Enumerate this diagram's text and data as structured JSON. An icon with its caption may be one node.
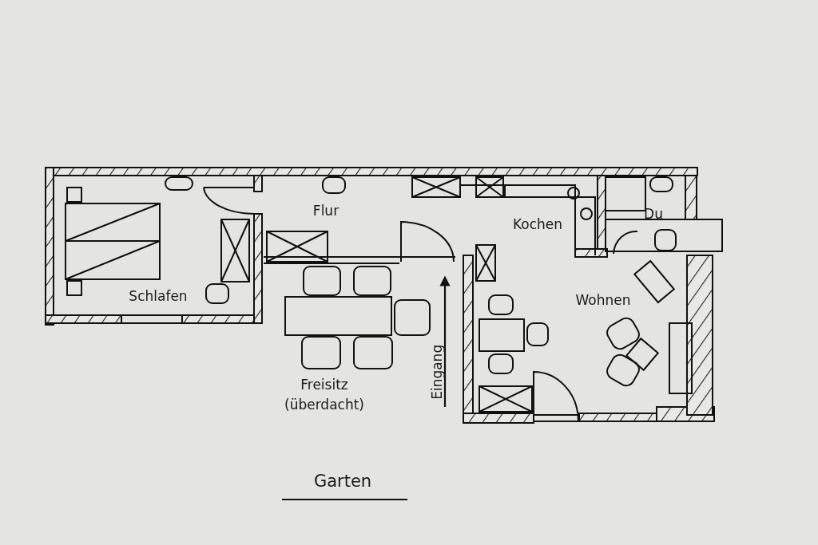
{
  "diagram": {
    "labels": [
      "Flur",
      "Du",
      "Kochen",
      "Schlafen",
      "Wohnen",
      "Freisitz (überdacht)",
      "Eingang",
      "Garten"
    ]
  }
}
